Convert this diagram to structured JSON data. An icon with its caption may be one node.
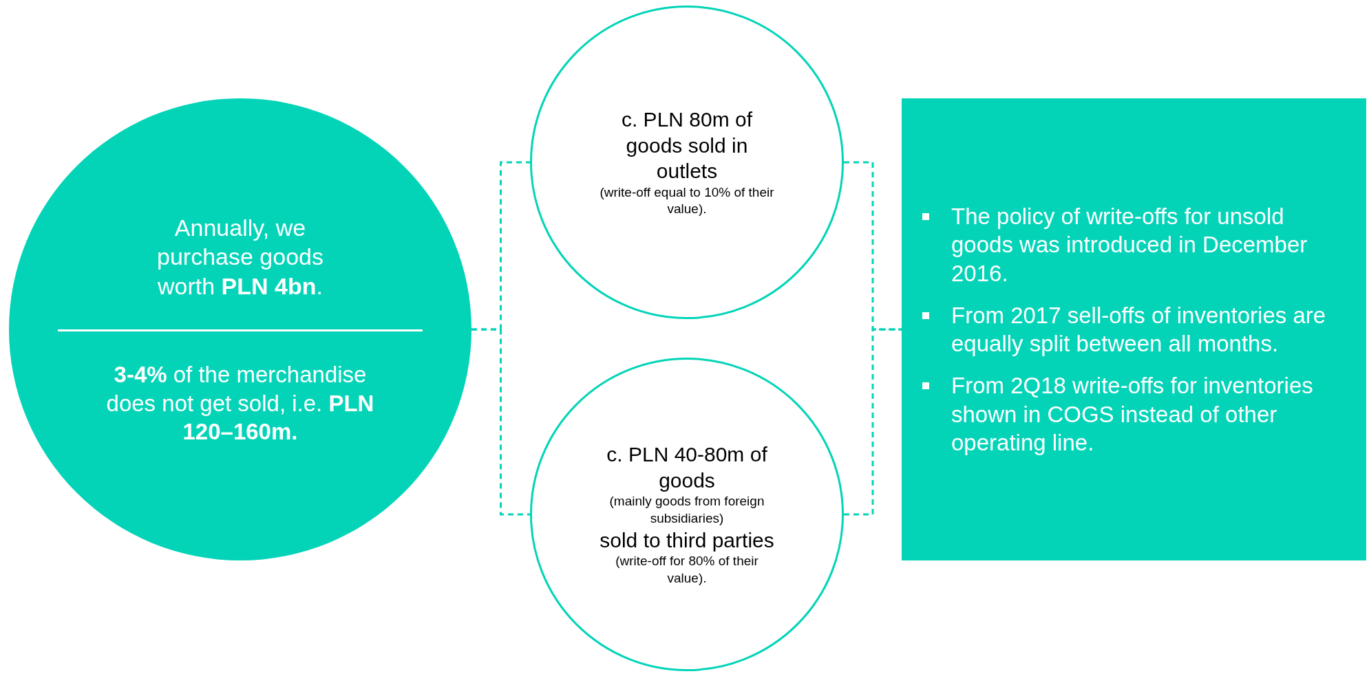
{
  "diagram": {
    "nodes": [
      {
        "text": [
          "Annually, we purchase goods worth **PLN 4bn**.",
          "**3-4%** of the merchandise does not get sold, i.e. **PLN 120–160m.**"
        ]
      },
      {
        "text": [
          "c. PLN 80m of goods sold in outlets",
          "(write-off equal to 10% of their value)."
        ]
      },
      {
        "text": [
          "c. PLN 40-80m of goods",
          "(mainly goods from foreign subsidiaries)",
          "sold to third parties",
          "(write-off for 80% of their value)."
        ]
      },
      {
        "text": [
          "The policy of write-offs for unsold goods was introduced in December 2016.",
          "From 2017 sell-offs of inventories are equally split between all months.",
          "From 2Q18 write-offs for inventories shown in COGS instead of other operating line."
        ]
      }
    ],
    "edges": [
      {
        "from": 0,
        "to": 1,
        "arrow": "none",
        "style": "dashed"
      },
      {
        "from": 0,
        "to": 2,
        "arrow": "none",
        "style": "dashed"
      },
      {
        "from": 1,
        "to": 3,
        "arrow": "none",
        "style": "dashed"
      },
      {
        "from": 2,
        "to": 3,
        "arrow": "none",
        "style": "dashed"
      }
    ]
  }
}
